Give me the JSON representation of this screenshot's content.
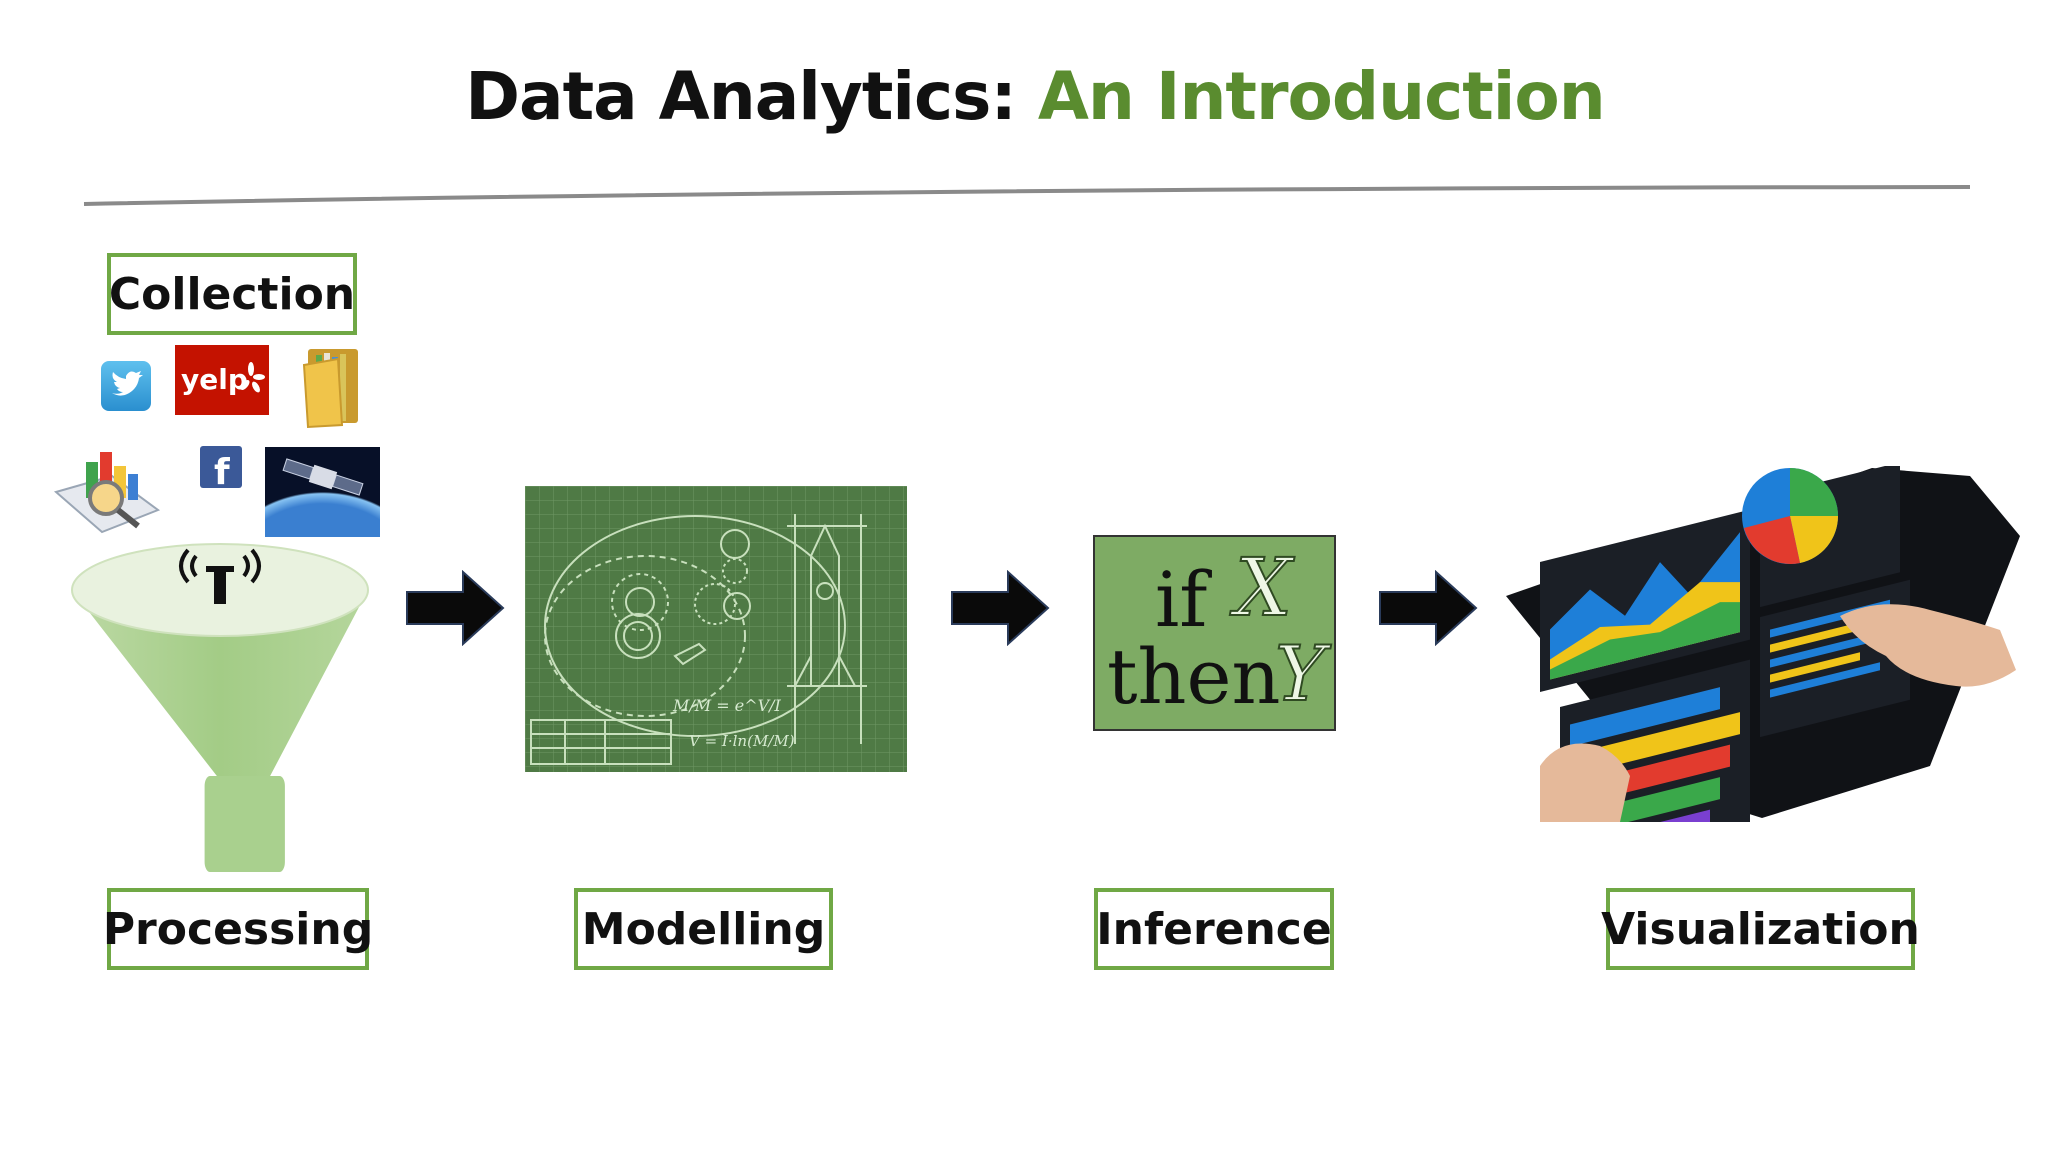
{
  "title": {
    "main": "Data Analytics: ",
    "accent": "An Introduction"
  },
  "stages": {
    "collection": "Collection",
    "processing": "Processing",
    "modelling": "Modelling",
    "inference": "Inference",
    "visualization": "Visualization"
  },
  "icons": {
    "yelp_text": "yelp",
    "facebook_letter": "f"
  },
  "formula": {
    "line1": "if",
    "var1": "X",
    "line2": "then",
    "var2": "Y"
  },
  "colors": {
    "accent": "#5a8c2f",
    "box_border": "#70a845",
    "funnel": "#a9d08e",
    "blueprint": "#4f7a45"
  }
}
